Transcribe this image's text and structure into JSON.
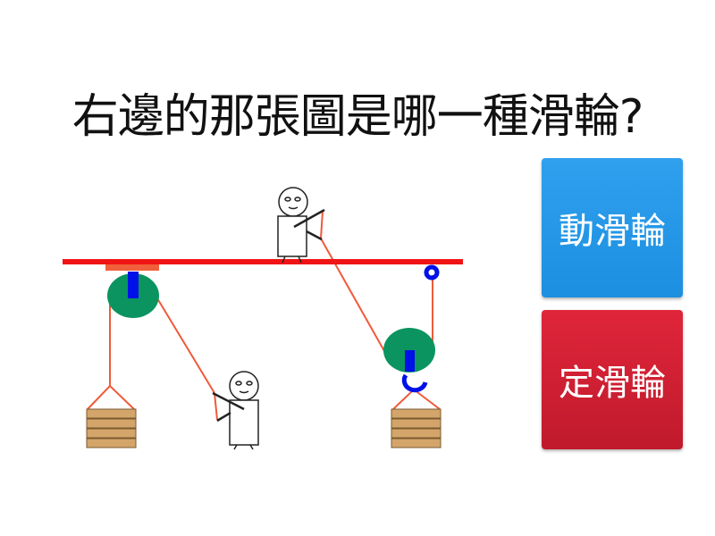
{
  "question": "右邊的那張圖是哪一種滑輪?",
  "answers": [
    {
      "label": "動滑輪",
      "color": "#2196e8"
    },
    {
      "label": "定滑輪",
      "color": "#d61f33"
    }
  ]
}
